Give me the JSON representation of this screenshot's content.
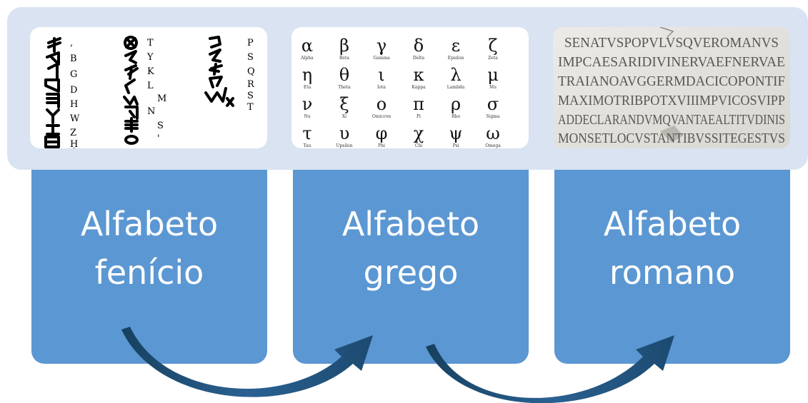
{
  "boxes": [
    {
      "line1": "Alfabeto",
      "line2": "fenício"
    },
    {
      "line1": "Alfabeto",
      "line2": "grego"
    },
    {
      "line1": "Alfabeto",
      "line2": "romano"
    }
  ],
  "phoenician_latin": {
    "col1": [
      ",",
      "B",
      "G",
      "D",
      "H",
      "W",
      "Z",
      "Ḥ"
    ],
    "col2": [
      "T",
      "Y",
      "K",
      "L",
      "M",
      "N",
      "S",
      "'"
    ],
    "col3": [
      "P",
      "S",
      "Q",
      "R",
      "S",
      "T"
    ]
  },
  "greek": [
    {
      "glyph": "α",
      "name": "Alpha"
    },
    {
      "glyph": "β",
      "name": "Beta"
    },
    {
      "glyph": "γ",
      "name": "Gamma"
    },
    {
      "glyph": "δ",
      "name": "Delta"
    },
    {
      "glyph": "ε",
      "name": "Epsilon"
    },
    {
      "glyph": "ζ",
      "name": "Zeta"
    },
    {
      "glyph": "η",
      "name": "Eta"
    },
    {
      "glyph": "θ",
      "name": "Theta"
    },
    {
      "glyph": "ι",
      "name": "Iota"
    },
    {
      "glyph": "κ",
      "name": "Kappa"
    },
    {
      "glyph": "λ",
      "name": "Lambda"
    },
    {
      "glyph": "μ",
      "name": "Mu"
    },
    {
      "glyph": "ν",
      "name": "Nu"
    },
    {
      "glyph": "ξ",
      "name": "Xi"
    },
    {
      "glyph": "ο",
      "name": "Omicron"
    },
    {
      "glyph": "π",
      "name": "Pi"
    },
    {
      "glyph": "ρ",
      "name": "Rho"
    },
    {
      "glyph": "σ",
      "name": "Sigma"
    },
    {
      "glyph": "τ",
      "name": "Tau"
    },
    {
      "glyph": "υ",
      "name": "Upsilon"
    },
    {
      "glyph": "φ",
      "name": "Phi"
    },
    {
      "glyph": "χ",
      "name": "Chi"
    },
    {
      "glyph": "ψ",
      "name": "Psi"
    },
    {
      "glyph": "ω",
      "name": "Omega"
    }
  ],
  "roman_lines": [
    "SENATVSPOPVLVSQVEROMANVS",
    "IMPCAESARIDIVINERVAEFNERVAE",
    "TRAIANOAVGGERMDACICOPONTIF",
    "MAXIMOTRIBPOTXVIIIMPVICOSVIPP",
    "ADDECLARANDVMQVANTAEALTITVDINIS",
    "MONSETLOCVSTANTIBVSSITEGESTVS"
  ],
  "colors": {
    "band": "#d9e3f1",
    "box": "#5b97d2",
    "arrow": "#1f4e7a",
    "stone": "#e7e5e1"
  }
}
